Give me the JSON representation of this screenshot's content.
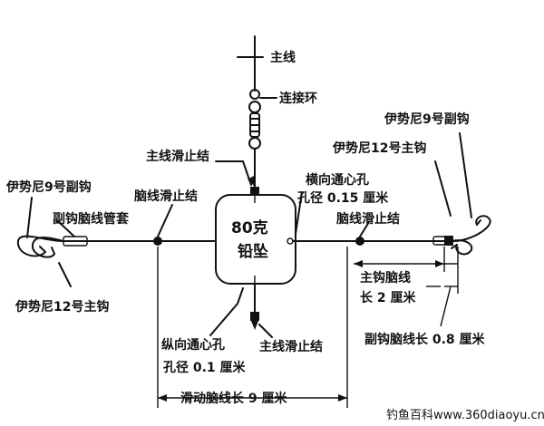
{
  "labels": {
    "main_line": "主线",
    "swivel": "连接环",
    "main_stopper_top": "主线滑止结",
    "cross_hole": "横向通心孔",
    "cross_hole_dia": "孔径 0.15 厘米",
    "sinker": "80克",
    "sinker_sub": "铅坠",
    "leader_stopper_left": "脑线滑止结",
    "leader_stopper_right": "脑线滑止结",
    "vertical_hole": "纵向通心孔",
    "vertical_hole_dia": "孔径 0.1 厘米",
    "main_stopper_bottom": "主线滑止结",
    "left_sub_hook": "伊势尼9号副钩",
    "left_sleeve": "副钩脑线管套",
    "left_main_hook": "伊势尼12号主钩",
    "right_sub_hook": "伊势尼9号副钩",
    "right_main_hook": "伊势尼12号主钩",
    "main_hook_leader": "主钩脑线",
    "main_hook_leader_len": "长 2 厘米",
    "sub_hook_leader": "副钩脑线长 0.8 厘米",
    "sliding_leader": "滑动脑线长 9 厘米"
  },
  "watermark": "钓鱼百科www.360diaoyu.cn",
  "colors": {
    "ink": "#111111",
    "background": "#ffffff"
  }
}
